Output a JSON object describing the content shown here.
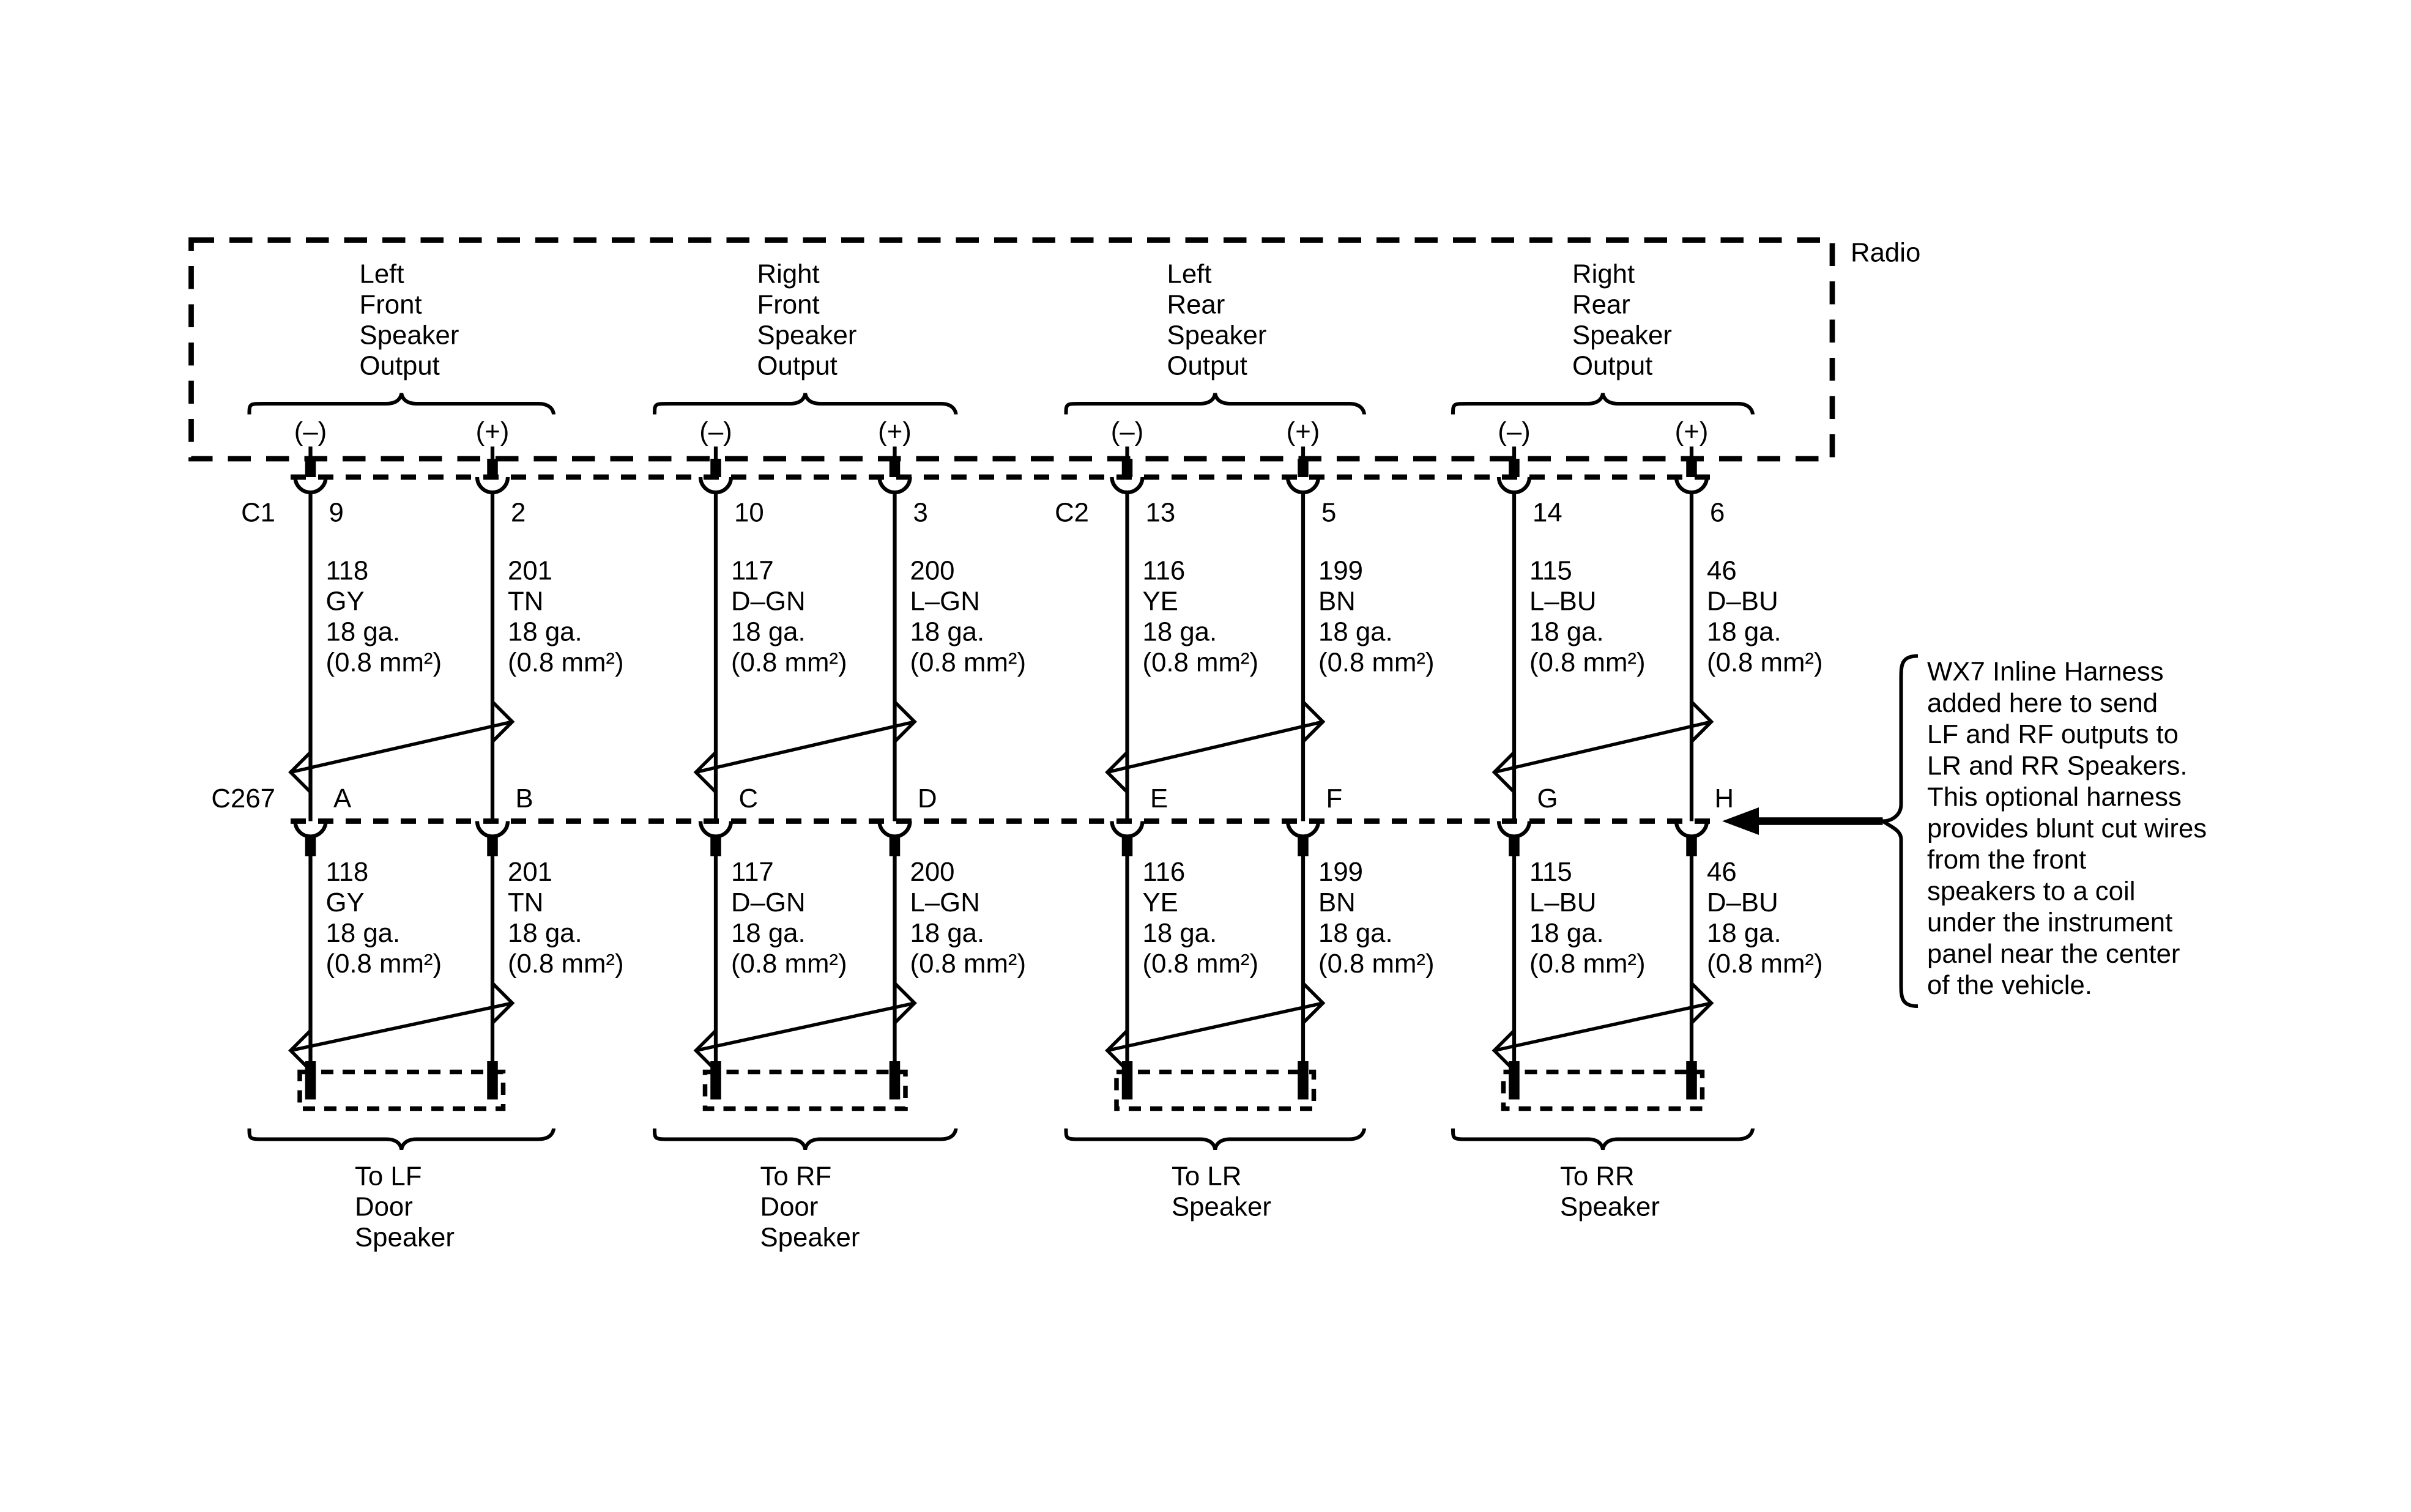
{
  "radio": {
    "label": "Radio"
  },
  "outputs": [
    {
      "line1": "Left",
      "line2": "Front",
      "line3": "Speaker",
      "line4": "Output",
      "neg": "(–)",
      "pos": "(+)"
    },
    {
      "line1": "Right",
      "line2": "Front",
      "line3": "Speaker",
      "line4": "Output",
      "neg": "(–)",
      "pos": "(+)"
    },
    {
      "line1": "Left",
      "line2": "Rear",
      "line3": "Speaker",
      "line4": "Output",
      "neg": "(–)",
      "pos": "(+)"
    },
    {
      "line1": "Right",
      "line2": "Rear",
      "line3": "Speaker",
      "line4": "Output",
      "neg": "(–)",
      "pos": "(+)"
    }
  ],
  "connectors": {
    "top_left": "C1",
    "top_mid": "C2",
    "middle": "C267"
  },
  "pins": {
    "top": [
      "9",
      "2",
      "10",
      "3",
      "13",
      "5",
      "14",
      "6"
    ],
    "middle": [
      "A",
      "B",
      "C",
      "D",
      "E",
      "F",
      "G",
      "H"
    ]
  },
  "wires": [
    {
      "circuit": "118",
      "color": "GY",
      "gauge": "18 ga.",
      "size": "(0.8 mm²)"
    },
    {
      "circuit": "201",
      "color": "TN",
      "gauge": "18 ga.",
      "size": "(0.8 mm²)"
    },
    {
      "circuit": "117",
      "color": "D–GN",
      "gauge": "18 ga.",
      "size": "(0.8 mm²)"
    },
    {
      "circuit": "200",
      "color": "L–GN",
      "gauge": "18 ga.",
      "size": "(0.8 mm²)"
    },
    {
      "circuit": "116",
      "color": "YE",
      "gauge": "18 ga.",
      "size": "(0.8 mm²)"
    },
    {
      "circuit": "199",
      "color": "BN",
      "gauge": "18 ga.",
      "size": "(0.8 mm²)"
    },
    {
      "circuit": "115",
      "color": "L–BU",
      "gauge": "18 ga.",
      "size": "(0.8 mm²)"
    },
    {
      "circuit": "46",
      "color": "D–BU",
      "gauge": "18 ga.",
      "size": "(0.8 mm²)"
    }
  ],
  "destinations": [
    {
      "line1": "To LF",
      "line2": "Door",
      "line3": "Speaker"
    },
    {
      "line1": "To RF",
      "line2": "Door",
      "line3": "Speaker"
    },
    {
      "line1": "To LR",
      "line2": "Speaker",
      "line3": ""
    },
    {
      "line1": "To RR",
      "line2": "Speaker",
      "line3": ""
    }
  ],
  "note": {
    "lines": [
      "WX7 Inline Harness",
      "added here to send",
      "LF and RF outputs to",
      "LR and RR Speakers.",
      "This optional harness",
      "provides blunt cut wires",
      "from the front",
      "speakers to a coil",
      "under the instrument",
      "panel near the center",
      "of the vehicle."
    ]
  }
}
